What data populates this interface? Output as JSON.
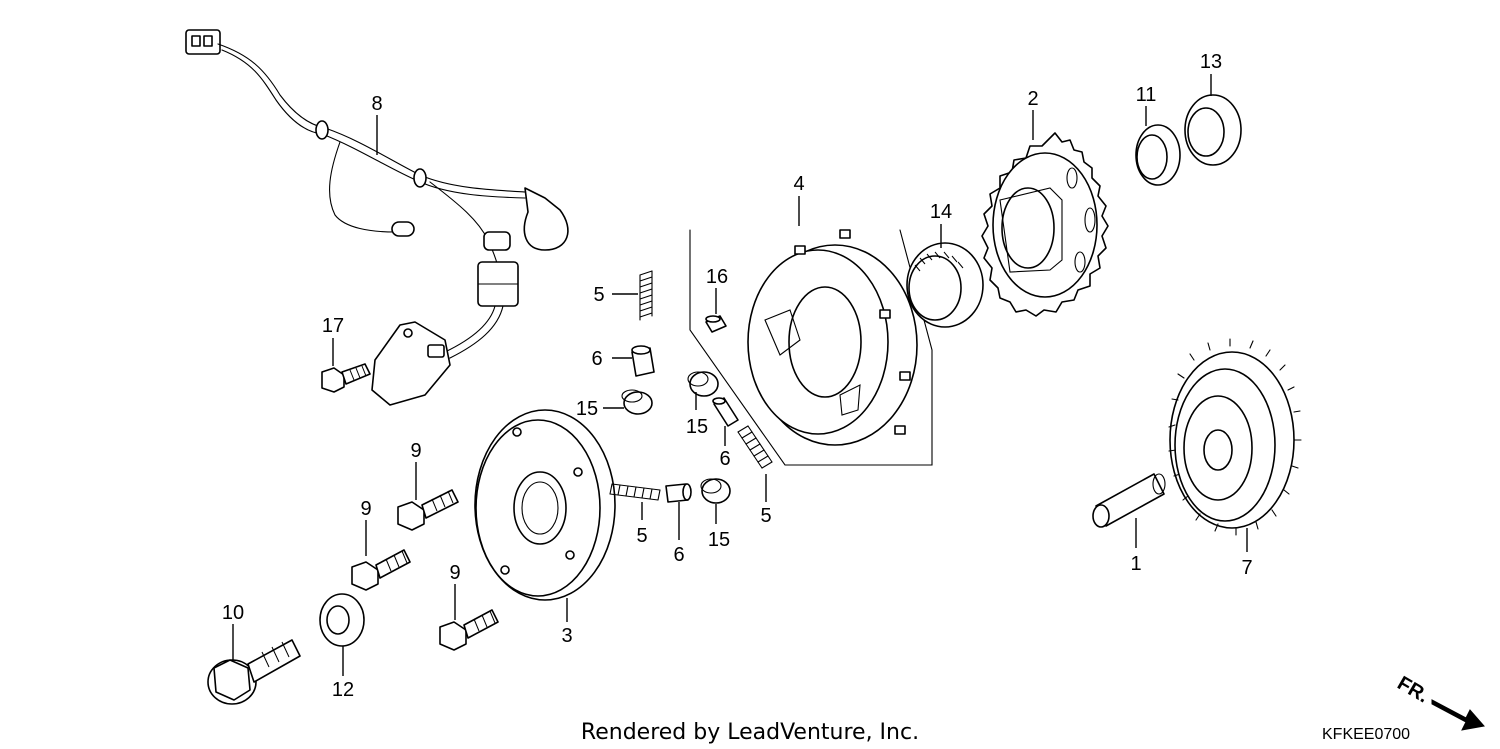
{
  "diagram": {
    "callouts": [
      {
        "id": "c8",
        "label": "8"
      },
      {
        "id": "c17",
        "label": "17"
      },
      {
        "id": "c9a",
        "label": "9"
      },
      {
        "id": "c9b",
        "label": "9"
      },
      {
        "id": "c9c",
        "label": "9"
      },
      {
        "id": "c10",
        "label": "10"
      },
      {
        "id": "c12",
        "label": "12"
      },
      {
        "id": "c3",
        "label": "3"
      },
      {
        "id": "c5a",
        "label": "5"
      },
      {
        "id": "c6a",
        "label": "6"
      },
      {
        "id": "c15a",
        "label": "15"
      },
      {
        "id": "c16",
        "label": "16"
      },
      {
        "id": "c15b",
        "label": "15"
      },
      {
        "id": "c6b",
        "label": "6"
      },
      {
        "id": "c5b",
        "label": "5"
      },
      {
        "id": "c15c",
        "label": "15"
      },
      {
        "id": "c6c",
        "label": "6"
      },
      {
        "id": "c5c",
        "label": "5"
      },
      {
        "id": "c4",
        "label": "4"
      },
      {
        "id": "c14",
        "label": "14"
      },
      {
        "id": "c2",
        "label": "2"
      },
      {
        "id": "c11",
        "label": "11"
      },
      {
        "id": "c13",
        "label": "13"
      },
      {
        "id": "c1",
        "label": "1"
      },
      {
        "id": "c7",
        "label": "7"
      }
    ],
    "footer_text": "Rendered by LeadVenture, Inc.",
    "diagram_code": "KFKEE0700",
    "direction_label": "FR."
  }
}
